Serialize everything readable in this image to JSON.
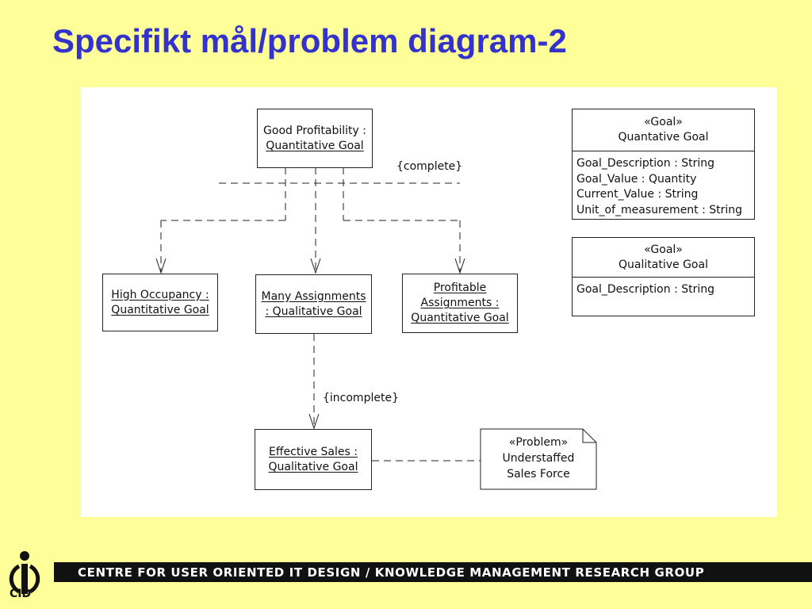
{
  "slide": {
    "title": "Specifikt mål/problem diagram-2"
  },
  "diagram": {
    "nodes": {
      "good_profitability": [
        "Good Profitability :",
        "Quantitative Goal"
      ],
      "high_occupancy": [
        "High Occupancy :",
        "Quantitative Goal"
      ],
      "many_assignments": [
        "Many Assignments",
        ": Qualitative Goal"
      ],
      "profitable_assignments": [
        "Profitable",
        "Assignments :",
        "Quantitative Goal"
      ],
      "effective_sales": [
        "Effective Sales :",
        "Qualitative Goal"
      ]
    },
    "constraints": {
      "complete": "{complete}",
      "incomplete": "{incomplete}"
    },
    "note": {
      "stereotype": "«Problem»",
      "line1": "Understaffed",
      "line2": "Sales Force"
    },
    "classes": {
      "quantative_goal": {
        "stereotype": "«Goal»",
        "name": "Quantative Goal",
        "attributes": [
          "Goal_Description : String",
          "Goal_Value : Quantity",
          "Current_Value : String",
          "Unit_of_measurement : String"
        ]
      },
      "qualitative_goal": {
        "stereotype": "«Goal»",
        "name": "Qualitative Goal",
        "attributes": [
          "Goal_Description : String"
        ]
      }
    }
  },
  "footer": {
    "text": "CENTRE FOR USER ORIENTED IT DESIGN  /  KNOWLEDGE MANAGEMENT RESEARCH GROUP",
    "logo_label": "CID"
  }
}
